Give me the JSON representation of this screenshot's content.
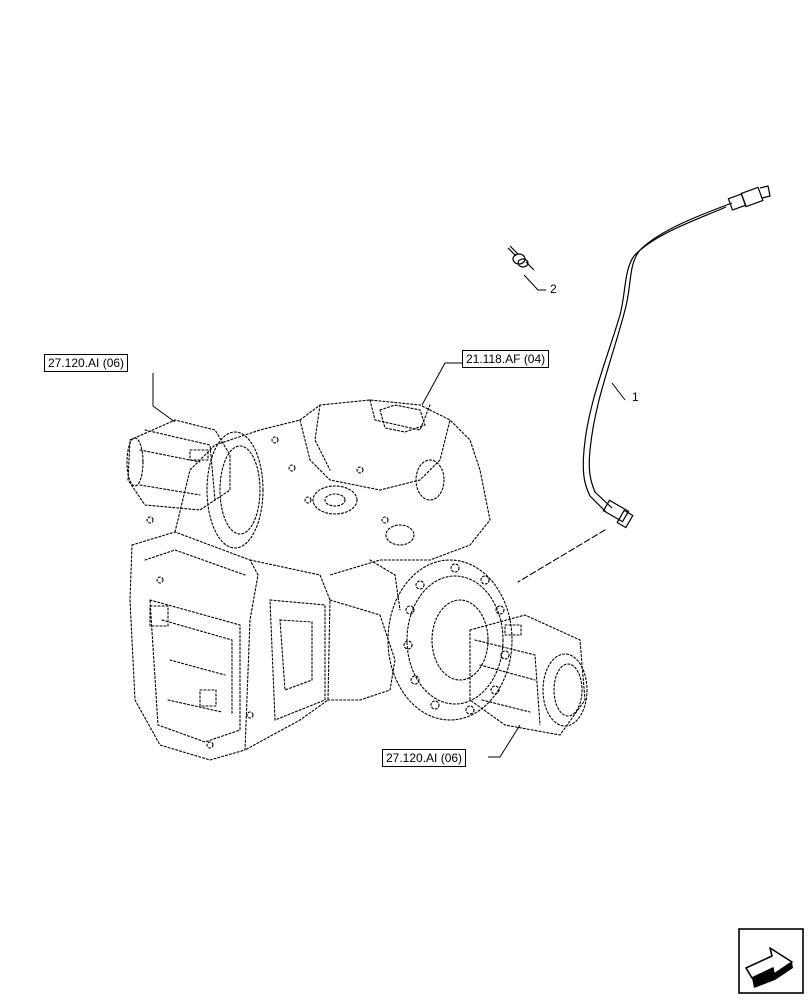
{
  "references": [
    {
      "id": "ref-left",
      "label": "27.120.AI (06)"
    },
    {
      "id": "ref-top",
      "label": "21.118.AF (04)"
    },
    {
      "id": "ref-bottom",
      "label": "27.120.AI (06)"
    }
  ],
  "callouts": [
    {
      "label": "1"
    },
    {
      "label": "2"
    }
  ],
  "navigation": {
    "icon": "next-page-arrow-icon"
  }
}
